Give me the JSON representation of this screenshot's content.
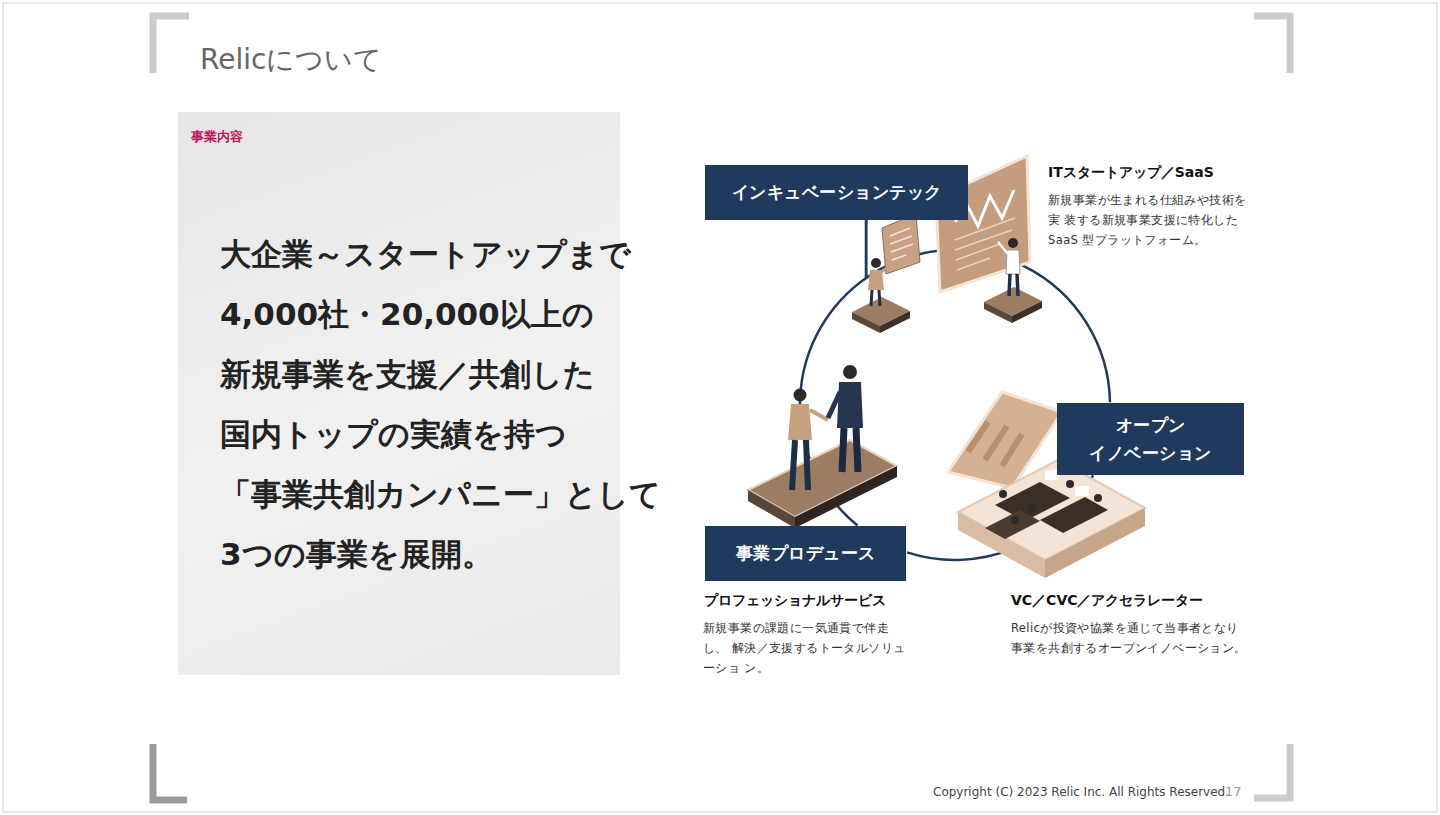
{
  "diagram": {
    "title": "Relicについて",
    "nodes": [
      {
        "text": [
          "事業内容"
        ]
      },
      {
        "text": [
          "インキュベーションテック"
        ]
      },
      {
        "text": [
          "オープン イノベーション"
        ]
      },
      {
        "text": [
          "事業プロデュース"
        ]
      }
    ],
    "edges": [
      {
        "from": 1,
        "to": 2,
        "arrow": "none"
      },
      {
        "from": 2,
        "to": 3,
        "arrow": "none"
      },
      {
        "from": 3,
        "to": 1,
        "arrow": "none"
      }
    ],
    "labels": [
      "大企業～スタートアップまで 4,000社・20,000以上の 新規事業を支援／共創した 国内トップの実績を持つ 「事業共創カンパニー」として 3つの事業を展開。",
      "ITスタートアップ／SaaS",
      "新規事業が生まれる仕組みや技術を実 装する新規事業支援に特化したSaaS 型プラットフォーム。",
      "プロフェッショナルサービス",
      "新規事業の課題に一気通貫で伴走し、 解決／支援するトータルソリューショ ン。",
      "VC／CVC／アクセラレーター",
      "Relicが投資や協業を通じて当事者となり 事業を共創するオープンイノベーション。",
      "Copyright (C) 2023 Relic Inc. All Rights Reserved.",
      "17"
    ]
  }
}
